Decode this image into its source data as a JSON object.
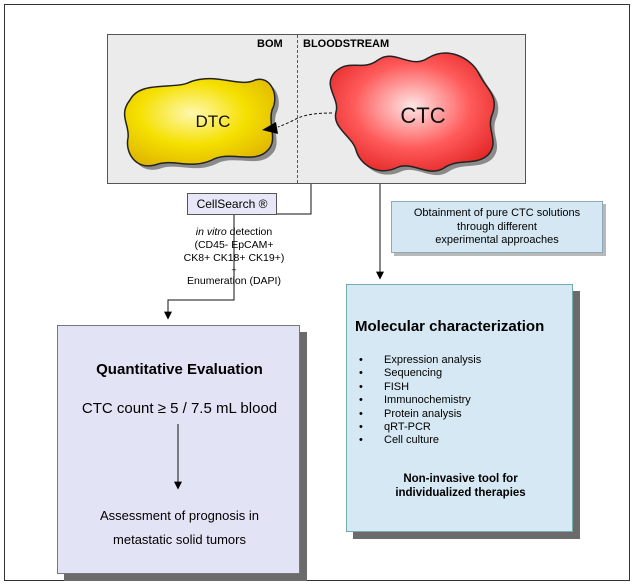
{
  "regions": {
    "left": "BOM",
    "right": "BLOODSTREAM"
  },
  "cells": {
    "dtc": "DTC",
    "ctc": "CTC"
  },
  "cellsearch": {
    "label": "CellSearch ®"
  },
  "detection": {
    "italic": "in vitro",
    "line1_rest": " detection",
    "line2": "(CD45- EpCAM+",
    "line3": "CK8+ CK18+ CK19+)",
    "plus": "+",
    "line5": "Enumeration (DAPI)"
  },
  "obtainment": {
    "line1": "Obtainment of pure CTC solutions",
    "line2": "through different",
    "line3": "experimental approaches"
  },
  "quantitative": {
    "title": "Quantitative Evaluation",
    "count": "CTC count  ≥ 5 / 7.5 mL blood",
    "assess_line1": "Assessment of prognosis in",
    "assess_line2": "metastatic solid tumors"
  },
  "molecular": {
    "title": "Molecular characterization",
    "bullet": "•",
    "items": [
      "Expression analysis",
      "Sequencing",
      "FISH",
      "Immunochemistry",
      "Protein analysis",
      "qRT-PCR",
      "Cell culture"
    ],
    "tool_line1": "Non-invasive tool for",
    "tool_line2": "individualized therapies"
  },
  "colors": {
    "top_box": "#ebebeb",
    "dtc_fill": "#f2d900",
    "ctc_fill": "#ee3b3b",
    "quant_box": "#e3e3f6",
    "molec_box": "#d6e8f3",
    "obtain_box": "#d4e7f2",
    "cellsearch_box": "#e8e7f7"
  }
}
